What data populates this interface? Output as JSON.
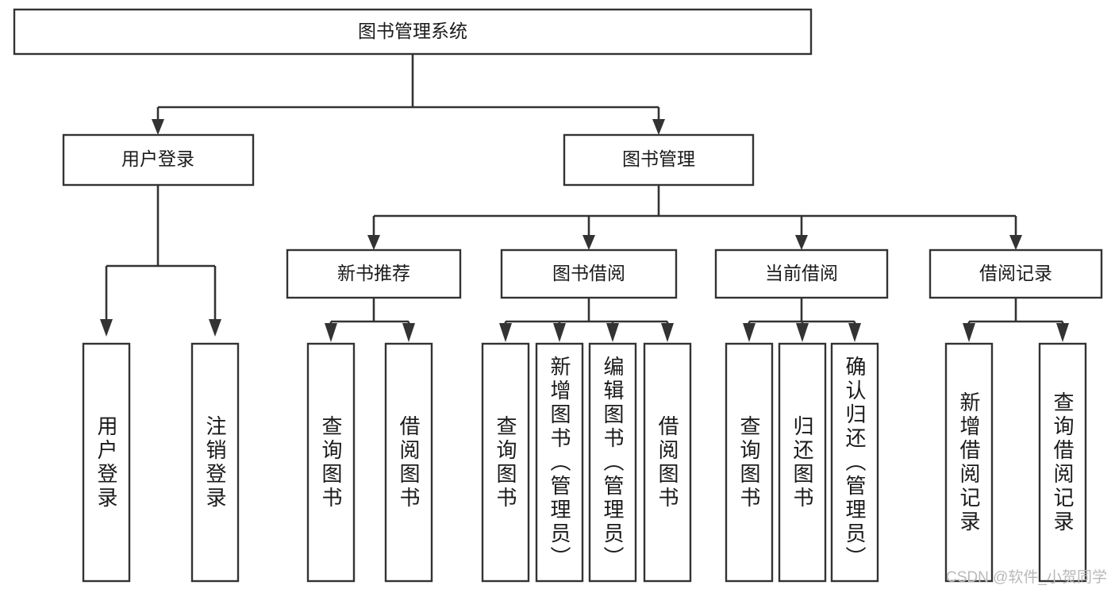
{
  "diagram": {
    "type": "tree",
    "title": "图书管理系统",
    "orientation": "top-down",
    "colors": {
      "box_stroke": "#333333",
      "box_fill": "#ffffff",
      "connector": "#333333",
      "text": "#1a1a1a",
      "watermark": "#b9b9b9",
      "background": "#ffffff"
    },
    "levels": {
      "root": "图书管理系统",
      "level2": [
        "用户登录",
        "图书管理"
      ],
      "level3": [
        "新书推荐",
        "图书借阅",
        "当前借阅",
        "借阅记录"
      ]
    },
    "nodes": {
      "root": {
        "label": "图书管理系统"
      },
      "user_login": {
        "label": "用户登录"
      },
      "book_manage": {
        "label": "图书管理"
      },
      "new_book_rec": {
        "label": "新书推荐"
      },
      "book_borrow": {
        "label": "图书借阅"
      },
      "current_borrow": {
        "label": "当前借阅"
      },
      "borrow_record": {
        "label": "借阅记录"
      }
    },
    "leaves": {
      "user_login": [
        {
          "label": "用户登录"
        },
        {
          "label": "注销登录"
        }
      ],
      "new_book_rec": [
        {
          "label": "查询图书"
        },
        {
          "label": "借阅图书"
        }
      ],
      "book_borrow": [
        {
          "label": "查询图书"
        },
        {
          "label": "新增图书（管理员）"
        },
        {
          "label": "编辑图书（管理员）"
        },
        {
          "label": "借阅图书"
        }
      ],
      "current_borrow": [
        {
          "label": "查询图书"
        },
        {
          "label": "归还图书"
        },
        {
          "label": "确认归还（管理员）"
        }
      ],
      "borrow_record": [
        {
          "label": "新增借阅记录"
        },
        {
          "label": "查询借阅记录"
        }
      ]
    },
    "watermark": "CSDN @软件_小贺同学"
  }
}
